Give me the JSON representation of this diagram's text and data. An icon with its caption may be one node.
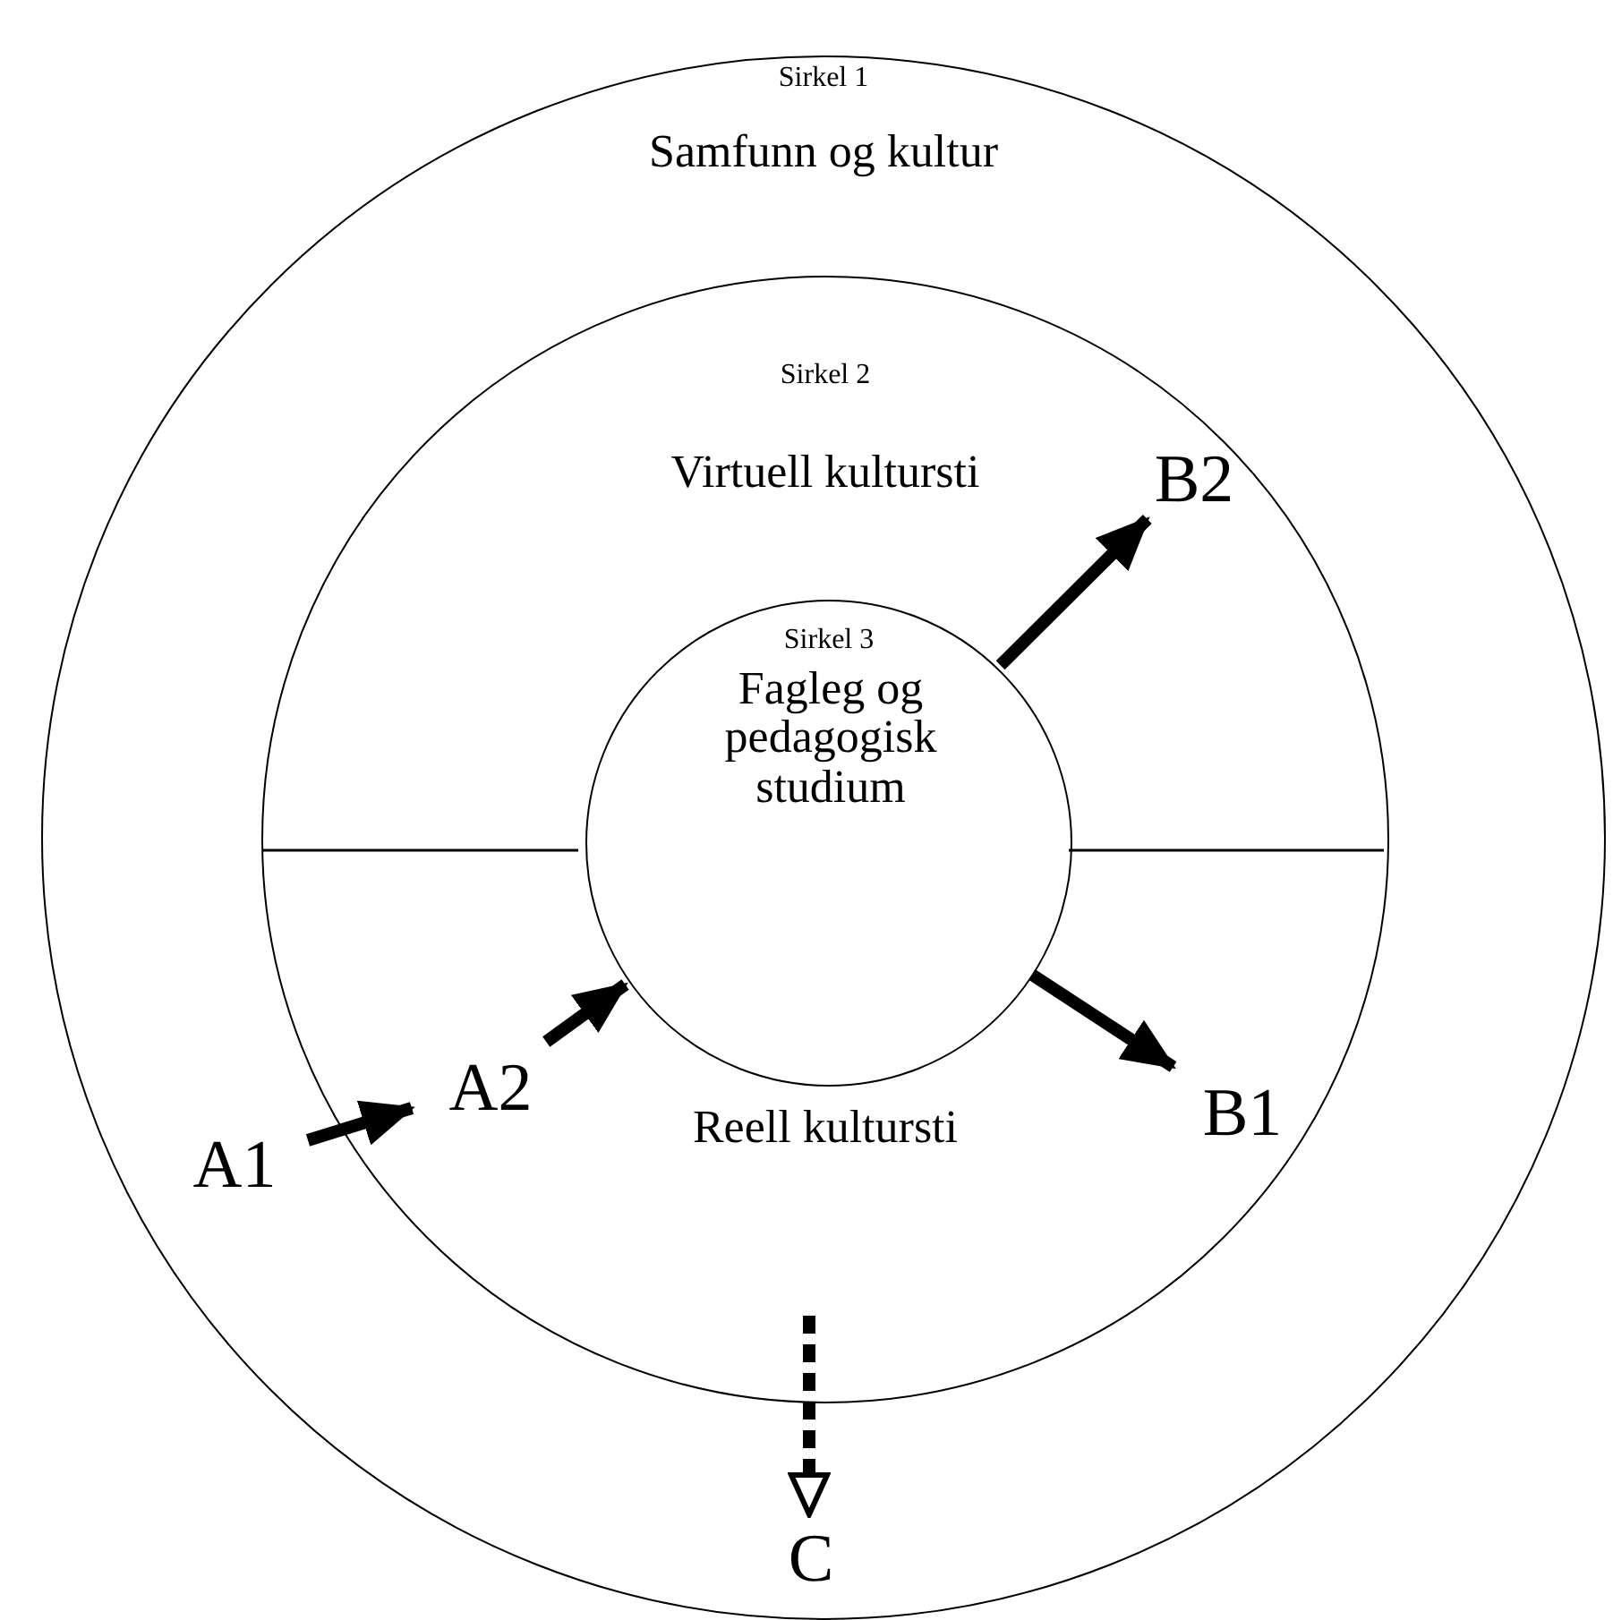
{
  "diagram": {
    "nodes": [
      {
        "text": [
          "Sirkel 1",
          "Samfunn og kultur"
        ]
      },
      {
        "text": [
          "Sirkel 2",
          "Virtuell kultursti",
          "Reell kultursti"
        ],
        "in": 0
      },
      {
        "text": [
          "Sirkel 3",
          "Fagleg og pedagogisk studium"
        ],
        "in": 1
      },
      {
        "text": [
          "A1"
        ],
        "in": 0
      },
      {
        "text": [
          "A2"
        ],
        "in": 1
      },
      {
        "text": [
          "B2"
        ],
        "in": 1
      },
      {
        "text": [
          "B1"
        ],
        "in": 1
      },
      {
        "text": [
          "C"
        ],
        "in": 0
      }
    ],
    "edges": [
      {
        "from": 3,
        "to": 4,
        "arrow": "to"
      },
      {
        "from": 4,
        "to": 2,
        "arrow": "to"
      },
      {
        "from": 2,
        "to": 5,
        "arrow": "to"
      },
      {
        "from": 2,
        "to": 6,
        "arrow": "to"
      },
      {
        "from": null,
        "to": 7,
        "arrow": "to",
        "style": "dashed"
      }
    ]
  }
}
